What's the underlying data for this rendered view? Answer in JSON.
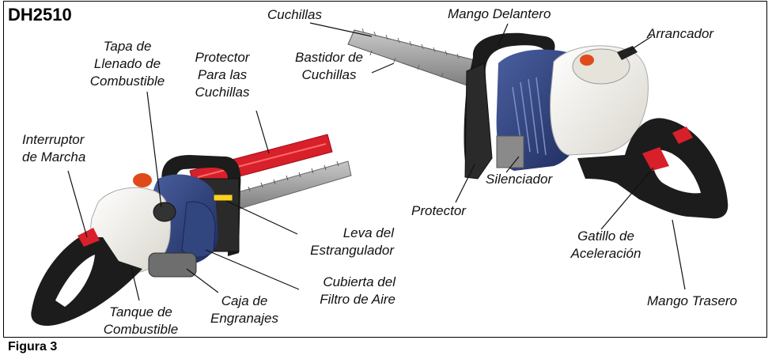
{
  "model": "DH2510",
  "figure_caption": "Figura 3",
  "labels": {
    "cuchillas": "Cuchillas",
    "mango_delantero": "Mango Delantero",
    "arrancador": "Arrancador",
    "bastidor": [
      "Bastidor de",
      "Cuchillas"
    ],
    "tapa": [
      "Tapa de",
      "Llenado de",
      "Combustible"
    ],
    "protector_cuchillas": [
      "Protector",
      "Para las",
      "Cuchillas"
    ],
    "interruptor": [
      "Interruptor",
      "de Marcha"
    ],
    "silenciador": "Silenciador",
    "protector": "Protector",
    "leva": [
      "Leva del",
      "Estrangulador"
    ],
    "gatillo": [
      "Gatillo de",
      "Aceleración"
    ],
    "cubierta": [
      "Cubierta del",
      "Filtro de Aire"
    ],
    "caja": [
      "Caja de",
      "Engranajes"
    ],
    "tanque": [
      "Tanque de",
      "Combustible"
    ],
    "mango_trasero": "Mango Trasero"
  },
  "colors": {
    "engine_blue": "#2b3f7a",
    "handle_black": "#1c1c1c",
    "trigger_red": "#d8202a",
    "tank_white": "#f2f0ea",
    "blade_steel": "#9a9a9a"
  }
}
